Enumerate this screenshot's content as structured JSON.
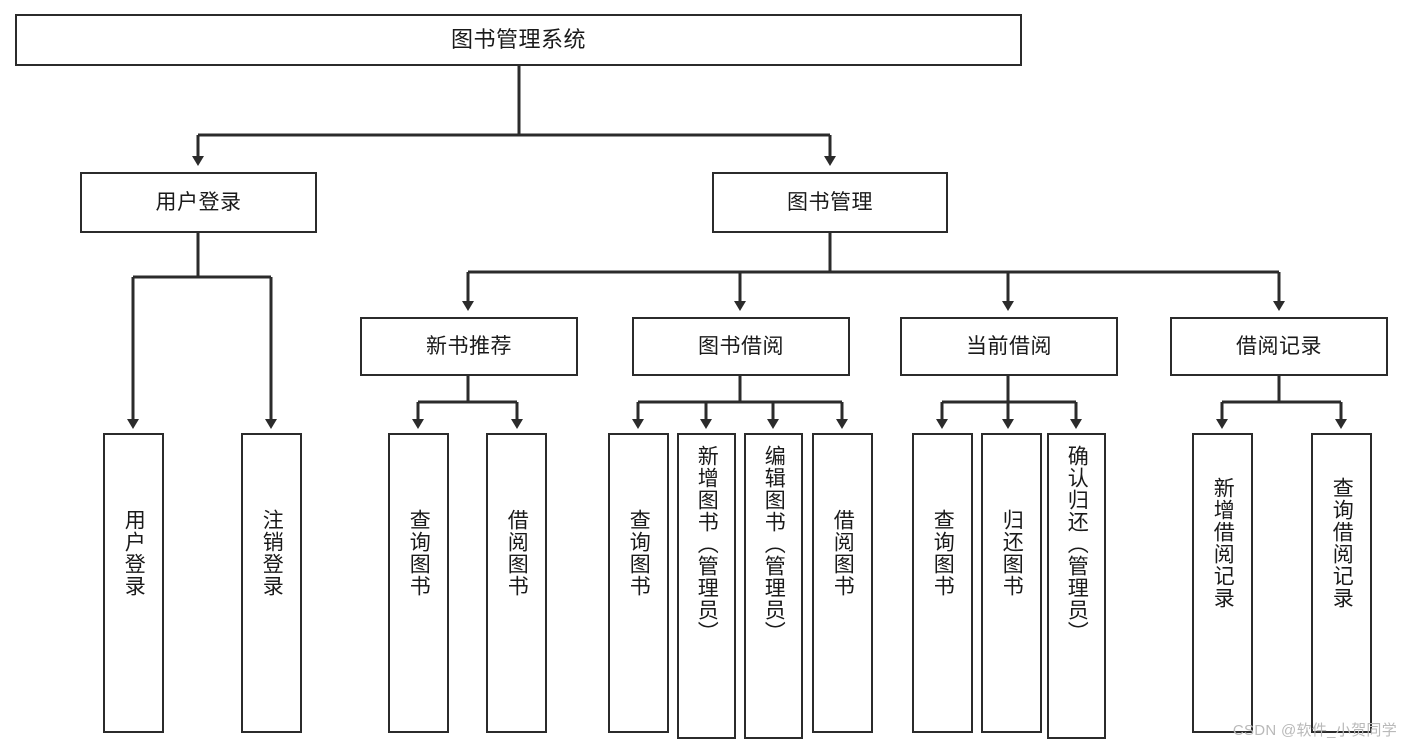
{
  "diagram": {
    "type": "tree-hierarchy-diagram",
    "title": "图书管理系统",
    "watermark": "CSDN @软件_小贺同学",
    "colors": {
      "stroke": "#2b2b2b",
      "fill": "#ffffff",
      "text": "#1a1a1a",
      "watermark": "#b9b9b9"
    },
    "levels": {
      "level1": [
        {
          "id": "root",
          "label": "图书管理系统"
        }
      ],
      "level2": [
        {
          "id": "user-login",
          "label": "用户登录"
        },
        {
          "id": "book-manage",
          "label": "图书管理"
        }
      ],
      "level3": [
        {
          "id": "new-book-rec",
          "label": "新书推荐",
          "parent": "book-manage"
        },
        {
          "id": "book-borrow",
          "label": "图书借阅",
          "parent": "book-manage"
        },
        {
          "id": "current-borrow",
          "label": "当前借阅",
          "parent": "book-manage"
        },
        {
          "id": "borrow-record",
          "label": "借阅记录",
          "parent": "book-manage"
        }
      ],
      "level4": [
        {
          "id": "leaf-1",
          "label": "用户登录",
          "parent": "user-login"
        },
        {
          "id": "leaf-2",
          "label": "注销登录",
          "parent": "user-login"
        },
        {
          "id": "leaf-3",
          "label": "查询图书",
          "parent": "new-book-rec"
        },
        {
          "id": "leaf-4",
          "label": "借阅图书",
          "parent": "new-book-rec"
        },
        {
          "id": "leaf-5",
          "label": "查询图书",
          "parent": "book-borrow"
        },
        {
          "id": "leaf-6",
          "label": "新增图书（管理员）",
          "parent": "book-borrow"
        },
        {
          "id": "leaf-7",
          "label": "编辑图书（管理员）",
          "parent": "book-borrow"
        },
        {
          "id": "leaf-8",
          "label": "借阅图书",
          "parent": "book-borrow"
        },
        {
          "id": "leaf-9",
          "label": "查询图书",
          "parent": "current-borrow"
        },
        {
          "id": "leaf-10",
          "label": "归还图书",
          "parent": "current-borrow"
        },
        {
          "id": "leaf-11",
          "label": "确认归还（管理员）",
          "parent": "current-borrow"
        },
        {
          "id": "leaf-12",
          "label": "新增借阅记录",
          "parent": "borrow-record"
        },
        {
          "id": "leaf-13",
          "label": "查询借阅记录",
          "parent": "borrow-record"
        }
      ]
    }
  }
}
